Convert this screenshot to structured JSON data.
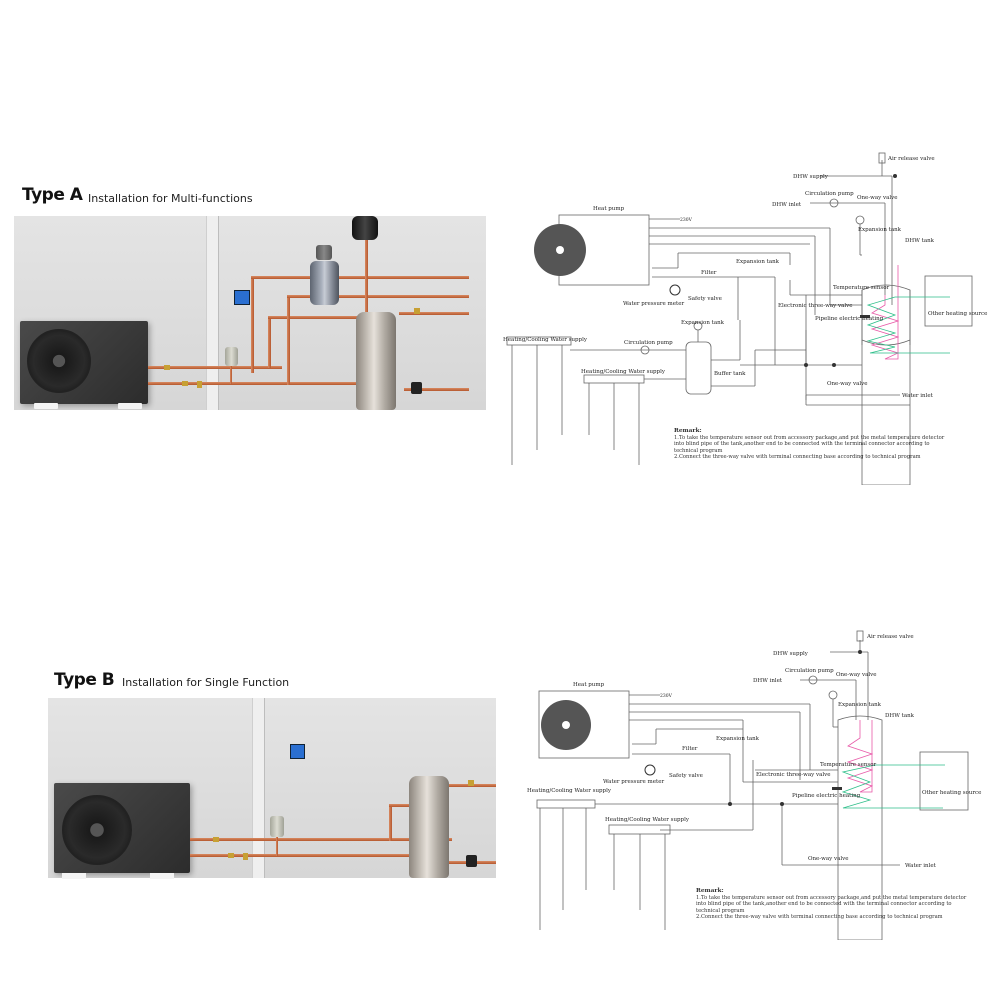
{
  "sections": [
    {
      "id": "type-a",
      "title": "Type A",
      "subtitle": "Installation for Multi-functions",
      "diagram": {
        "labels": {
          "heat_pump": "Heat pump",
          "voltage": "230V",
          "filter": "Filter",
          "expansion_tank_1": "Expansion tank",
          "water_pressure_meter": "Water pressure meter",
          "safety_valve": "Safety valve",
          "expansion_tank_2": "Expansion tank",
          "circulation_pump_main": "Circulation pump",
          "heating_cooling_supply_1": "Heating/Cooling Water supply",
          "heating_cooling_supply_2": "Heating/Cooling Water supply",
          "buffer_tank": "Buffer tank",
          "air_release_valve": "Air release valve",
          "dhw_supply": "DHW supply",
          "circulation_pump_dhw": "Circulation pump",
          "dhw_inlet": "DHW inlet",
          "one_way_valve_top": "One-way valve",
          "expansion_tank_3": "Expansion tank",
          "dhw_tank": "DHW tank",
          "temperature_sensor": "Temperature sensor",
          "electronic_three_way_valve": "Electronic three-way valve",
          "pipeline_electric_heating": "Pipeline electric heating",
          "other_heating_source": "Other heating source",
          "one_way_valve_bottom": "One-way valve",
          "water_inlet": "Water inlet"
        },
        "remark": {
          "heading": "Remark:",
          "lines": [
            "1.To take the temperature sensor out from accessory package,and put the metal temperature detector",
            "into blind pipe of the tank,another end to be connected with the terminal connector according to",
            "technical program",
            "2.Connect the three-way valve with terminal connecting base according to technical program"
          ]
        }
      }
    },
    {
      "id": "type-b",
      "title": "Type B",
      "subtitle": "Installation for Single Function",
      "diagram": {
        "labels": {
          "heat_pump": "Heat pump",
          "voltage": "230V",
          "filter": "Filter",
          "expansion_tank_1": "Expansion tank",
          "water_pressure_meter": "Water pressure meter",
          "safety_valve": "Safety valve",
          "heating_cooling_supply_1": "Heating/Cooling Water supply",
          "heating_cooling_supply_2": "Heating/Cooling Water supply",
          "air_release_valve": "Air release valve",
          "dhw_supply": "DHW supply",
          "circulation_pump_dhw": "Circulation pump",
          "dhw_inlet": "DHW inlet",
          "one_way_valve_top": "One-way valve",
          "expansion_tank_3": "Expansion tank",
          "dhw_tank": "DHW tank",
          "temperature_sensor": "Temperature sensor",
          "electronic_three_way_valve": "Electronic three-way valve",
          "pipeline_electric_heating": "Pipeline electric heating",
          "other_heating_source": "Other heating source",
          "one_way_valve_bottom": "One-way valve",
          "water_inlet": "Water inlet"
        },
        "remark": {
          "heading": "Remark:",
          "lines": [
            "1.To take the temperature sensor out from accessory package,and put the metal temperature detector",
            "into blind pipe of the tank,another end to be connected with the terminal connector according to",
            "technical program",
            "2.Connect the three-way valve with terminal connecting base according to technical program"
          ]
        }
      }
    }
  ],
  "colors": {
    "copper_pipe": "#c0673a",
    "coil_pink": "#e85aa8",
    "coil_green": "#2fbf8a",
    "controller_blue": "#2a6fd1",
    "line": "#555555"
  }
}
